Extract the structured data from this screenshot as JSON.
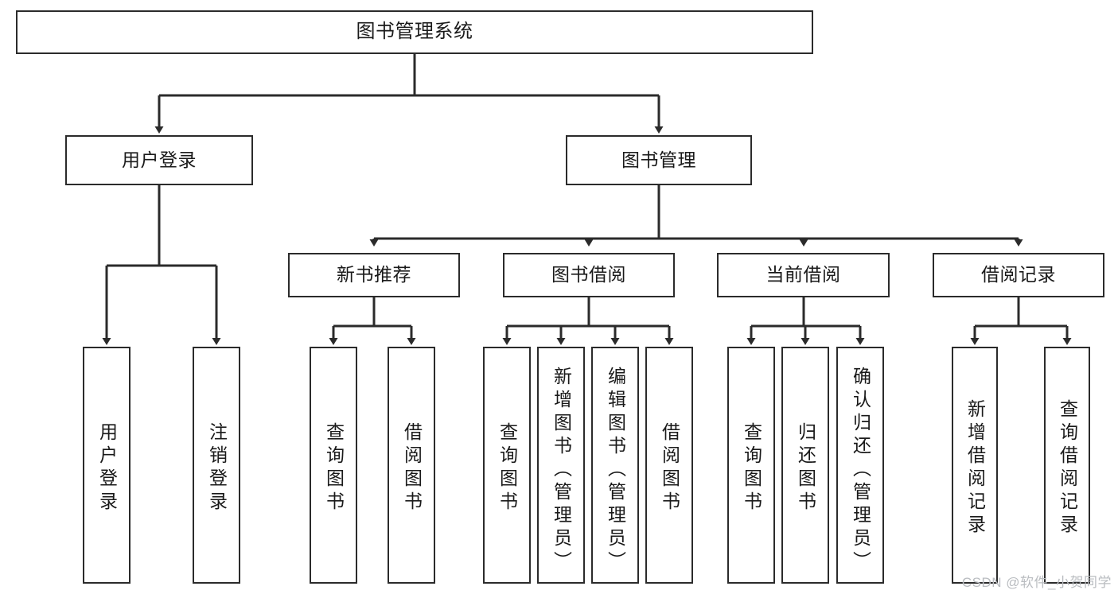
{
  "diagram": {
    "title": "图书管理系统",
    "type": "tree",
    "root": {
      "id": "root",
      "label": "图书管理系统"
    },
    "level1": [
      {
        "id": "user-login",
        "label": "用户登录"
      },
      {
        "id": "book-management",
        "label": "图书管理"
      }
    ],
    "level2": [
      {
        "id": "new-book-recommend",
        "label": "新书推荐",
        "parent": "book-management"
      },
      {
        "id": "book-borrow",
        "label": "图书借阅",
        "parent": "book-management"
      },
      {
        "id": "current-borrow",
        "label": "当前借阅",
        "parent": "book-management"
      },
      {
        "id": "borrow-record",
        "label": "借阅记录",
        "parent": "book-management"
      }
    ],
    "leaves": {
      "user-login": [
        {
          "id": "leaf-user-login",
          "label": "用户登录"
        },
        {
          "id": "leaf-user-logout",
          "label": "注销登录"
        }
      ],
      "new-book-recommend": [
        {
          "id": "leaf-query-book-1",
          "label": "查询图书"
        },
        {
          "id": "leaf-borrow-book-1",
          "label": "借阅图书"
        }
      ],
      "book-borrow": [
        {
          "id": "leaf-query-book-2",
          "label": "查询图书"
        },
        {
          "id": "leaf-add-book",
          "label": "新增图书（管理员）"
        },
        {
          "id": "leaf-edit-book",
          "label": "编辑图书（管理员）"
        },
        {
          "id": "leaf-borrow-book-2",
          "label": "借阅图书"
        }
      ],
      "current-borrow": [
        {
          "id": "leaf-query-book-3",
          "label": "查询图书"
        },
        {
          "id": "leaf-return-book",
          "label": "归还图书"
        },
        {
          "id": "leaf-confirm-return",
          "label": "确认归还（管理员）"
        }
      ],
      "borrow-record": [
        {
          "id": "leaf-add-record",
          "label": "新增借阅记录"
        },
        {
          "id": "leaf-query-record",
          "label": "查询借阅记录"
        }
      ]
    },
    "colors": {
      "stroke": "#2b2b2b",
      "background": "#ffffff",
      "text": "#1a1a1a",
      "watermark": "#b9bcc0"
    }
  },
  "watermark": {
    "text": "CSDN @软件_小贺同学"
  }
}
